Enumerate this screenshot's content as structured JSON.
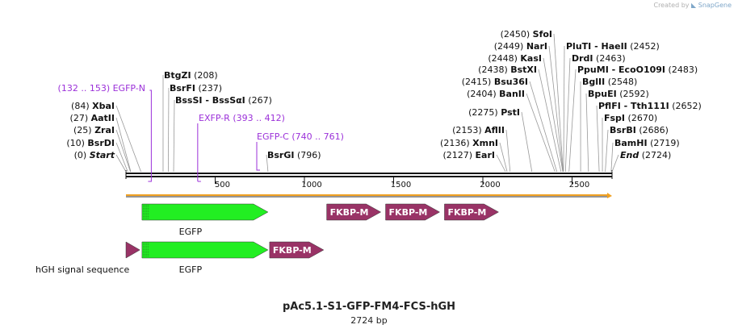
{
  "credit": {
    "prefix": "Created by",
    "brand": "SnapGene"
  },
  "plasmid": {
    "name": "pAc5.1-S1-GFP-FM4-FCS-hGH",
    "length_label": "2724 bp",
    "length": 2724
  },
  "colors": {
    "primer": "#9b30d9",
    "gfp": "#22ee22",
    "fkbp": "#993366",
    "orf_line": "#f0a020",
    "backbone": "#111111"
  },
  "ruler_ticks": [
    {
      "pos": 500,
      "label": "500"
    },
    {
      "pos": 1000,
      "label": "1000"
    },
    {
      "pos": 1500,
      "label": "1500"
    },
    {
      "pos": 2000,
      "label": "2000"
    },
    {
      "pos": 2500,
      "label": "2500"
    }
  ],
  "left_sites": [
    {
      "pos": "(0)",
      "name": "Start",
      "bp": 0,
      "italic": true
    },
    {
      "pos": "(10)",
      "name": "BsrDI",
      "bp": 10
    },
    {
      "pos": "(25)",
      "name": "ZraI",
      "bp": 25
    },
    {
      "pos": "(27)",
      "name": "AatII",
      "bp": 27
    },
    {
      "pos": "(84)",
      "name": "XbaI",
      "bp": 84
    }
  ],
  "upper_sites": [
    {
      "name": "BtgZI",
      "pos": "(208)",
      "bp": 208
    },
    {
      "name": "BsrFI",
      "pos": "(237)",
      "bp": 237
    },
    {
      "name": "BssSI  -  BssSαI",
      "pos": "(267)",
      "bp": 267
    },
    {
      "name": "BsrGI",
      "pos": "(796)",
      "bp": 796
    }
  ],
  "primers": [
    {
      "name": "EGFP-N",
      "range": "(132 .. 153)",
      "bp": 142
    },
    {
      "name": "EXFP-R",
      "range": "(393 .. 412)",
      "bp": 402
    },
    {
      "name": "EGFP-C",
      "range": "(740 .. 761)",
      "bp": 750
    }
  ],
  "right_left_sites": [
    {
      "pos": "(2127)",
      "name": "EarI",
      "bp": 2127
    },
    {
      "pos": "(2136)",
      "name": "XmnI",
      "bp": 2136
    },
    {
      "pos": "(2153)",
      "name": "AflII",
      "bp": 2153
    },
    {
      "pos": "(2275)",
      "name": "PstI",
      "bp": 2275
    },
    {
      "pos": "(2404)",
      "name": "BanII",
      "bp": 2404
    },
    {
      "pos": "(2415)",
      "name": "Bsu36I",
      "bp": 2415
    },
    {
      "pos": "(2438)",
      "name": "BstXI",
      "bp": 2438
    },
    {
      "pos": "(2448)",
      "name": "KasI",
      "bp": 2448
    },
    {
      "pos": "(2449)",
      "name": "NarI",
      "bp": 2449
    },
    {
      "pos": "(2450)",
      "name": "SfoI",
      "bp": 2450
    }
  ],
  "right_right_sites": [
    {
      "name": "End",
      "pos": "(2724)",
      "bp": 2724,
      "italic": true
    },
    {
      "name": "BamHI",
      "pos": "(2719)",
      "bp": 2719
    },
    {
      "name": "BsrBI",
      "pos": "(2686)",
      "bp": 2686
    },
    {
      "name": "FspI",
      "pos": "(2670)",
      "bp": 2670
    },
    {
      "name": "PflFI  -  Tth111I",
      "pos": "(2652)",
      "bp": 2652
    },
    {
      "name": "BpuEI",
      "pos": "(2592)",
      "bp": 2592
    },
    {
      "name": "BglII",
      "pos": "(2548)",
      "bp": 2548
    },
    {
      "name": "PpuMI  -  EcoO109I",
      "pos": "(2483)",
      "bp": 2483
    },
    {
      "name": "DrdI",
      "pos": "(2463)",
      "bp": 2463
    },
    {
      "name": "PluTI  -  HaeII",
      "pos": "(2452)",
      "bp": 2452
    }
  ],
  "features_row1": [
    {
      "name": "EGFP",
      "start": 90,
      "end": 796,
      "type": "gfp",
      "label_below": true
    },
    {
      "name": "FKBP-M",
      "start": 1125,
      "end": 1428,
      "type": "fkbp"
    },
    {
      "name": "FKBP-M",
      "start": 1455,
      "end": 1758,
      "type": "fkbp"
    },
    {
      "name": "FKBP-M",
      "start": 1785,
      "end": 2088,
      "type": "fkbp"
    }
  ],
  "features_row2": [
    {
      "name": "hGH signal sequence",
      "start": 0,
      "end": 78,
      "type": "fkbp",
      "label_below": true,
      "label_side": "left"
    },
    {
      "name": "EGFP",
      "start": 90,
      "end": 796,
      "type": "gfp",
      "label_below": true
    },
    {
      "name": "FKBP-M",
      "start": 805,
      "end": 1108,
      "type": "fkbp"
    }
  ]
}
